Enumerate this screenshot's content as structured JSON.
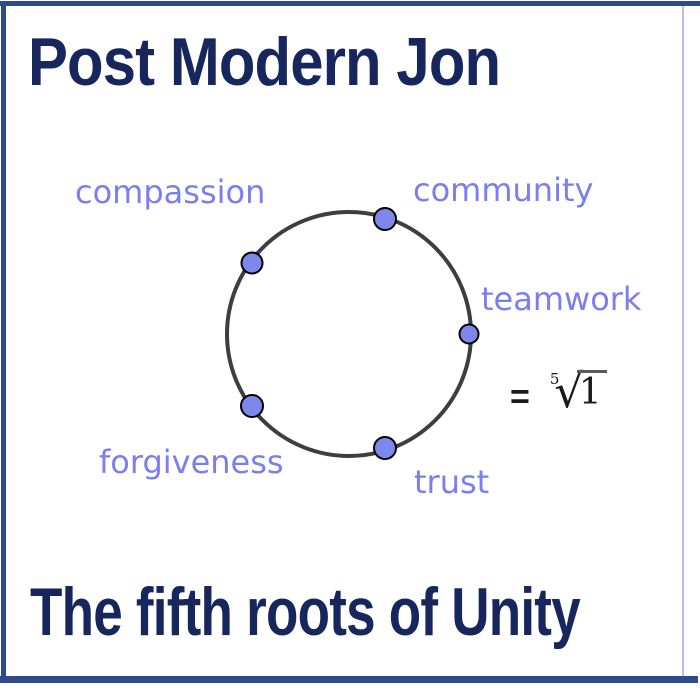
{
  "header": {
    "title": "Post Modern Jon"
  },
  "footer": {
    "title": "The fifth roots of Unity"
  },
  "diagram": {
    "labels": {
      "compassion": "compassion",
      "community": "community",
      "teamwork": "teamwork",
      "forgiveness": "forgiveness",
      "trust": "trust"
    },
    "equation": {
      "equals": "=",
      "root_index": "5",
      "radical_glyph": "√",
      "radicand": "1"
    }
  },
  "colors": {
    "frame-navy": "#2e4a8c",
    "frame-right-line": "#b9bfe6",
    "title-navy": "#17265c",
    "label-periwinkle": "#7b7ef0",
    "point-fill": "#7e87ec",
    "point-stroke": "#000000",
    "circle-stroke": "#3e3e3e",
    "equation-ink": "#1a1a1a"
  }
}
